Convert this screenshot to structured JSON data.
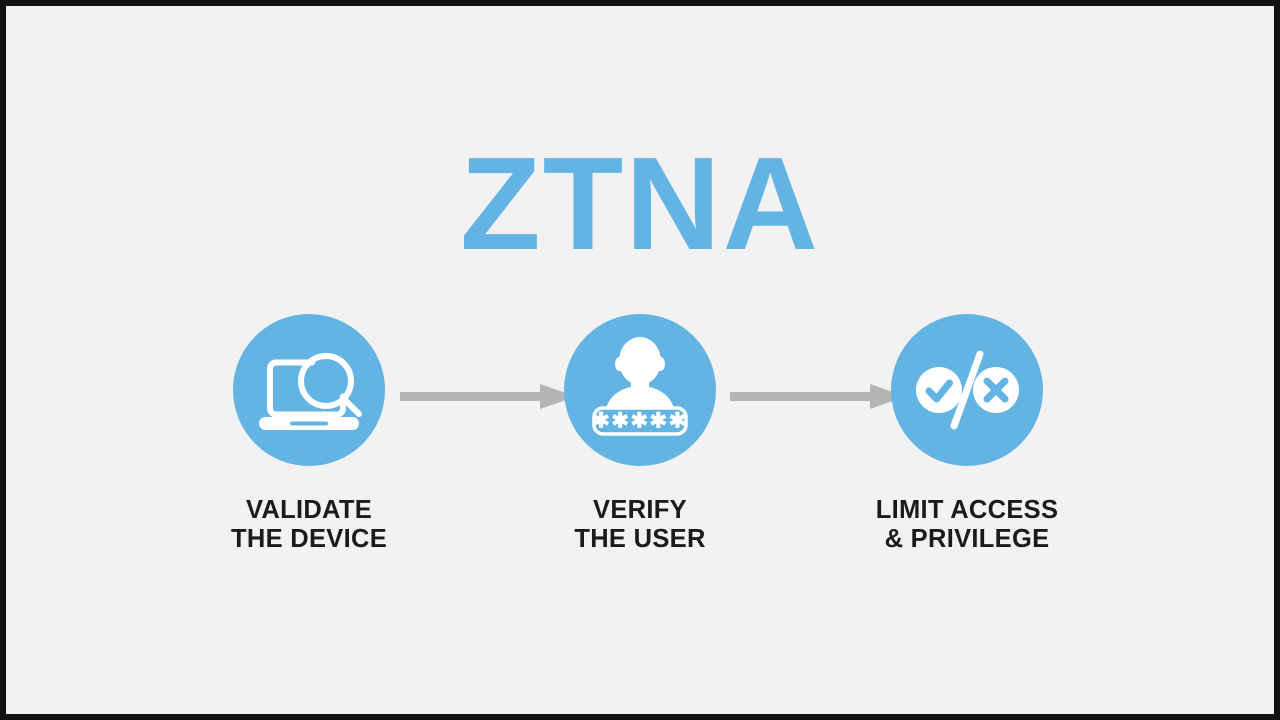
{
  "slide": {
    "background_color": "#f2f2f2",
    "frame_color": "#111111",
    "title": "ZTNA",
    "title_color": "#63b4e3",
    "accent_color": "#63b4e3",
    "label_color": "#1b1b1b",
    "arrow_color": "#b5b5b5"
  },
  "steps": [
    {
      "id": "validate-the-device",
      "icon": "laptop-magnifier-icon",
      "label": "VALIDATE\nTHE DEVICE",
      "label_line1": "VALIDATE",
      "label_line2": "THE DEVICE"
    },
    {
      "id": "verify-the-user",
      "icon": "user-password-icon",
      "label": "VERIFY\nTHE USER",
      "label_line1": "VERIFY",
      "label_line2": "THE USER",
      "password_mask": "✱✱✱✱✱",
      "password_mask_count": 5
    },
    {
      "id": "limit-access-and-privilege",
      "icon": "check-slash-cross-icon",
      "label": "LIMIT ACCESS\n& PRIVILEGE",
      "label_line1": "LIMIT ACCESS",
      "label_line2": "& PRIVILEGE"
    }
  ],
  "arrows": [
    {
      "id": "arrow-step1-to-step2",
      "direction": "right"
    },
    {
      "id": "arrow-step2-to-step3",
      "direction": "right"
    }
  ]
}
